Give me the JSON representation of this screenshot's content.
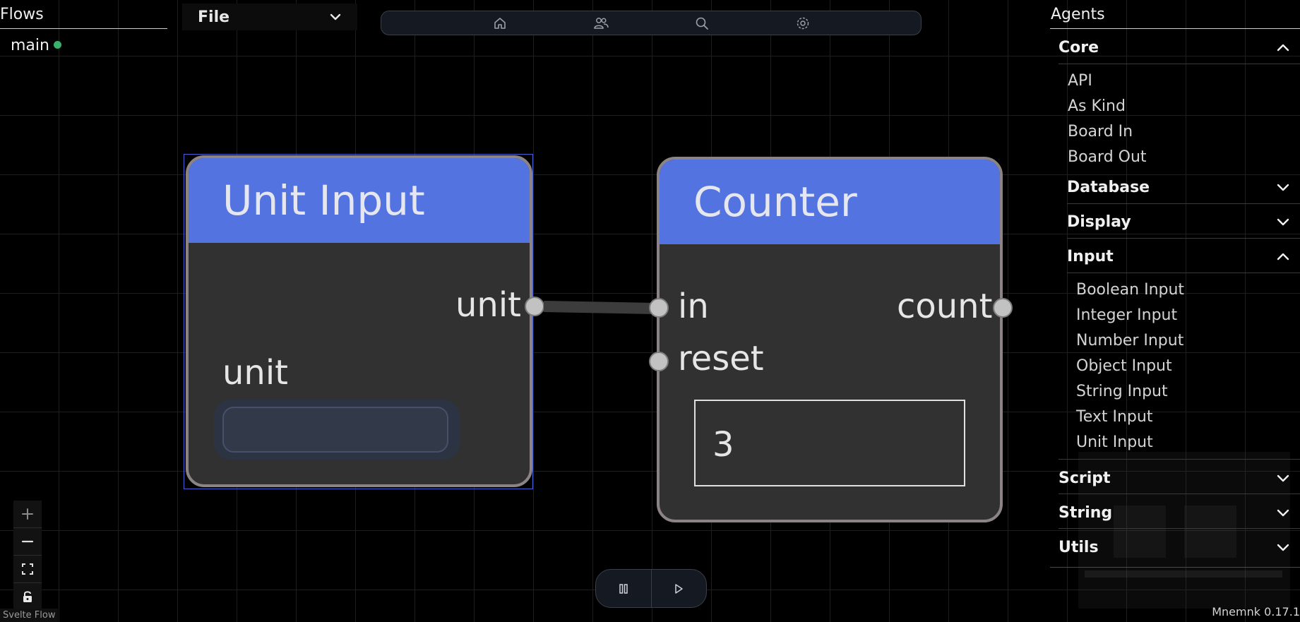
{
  "flows": {
    "title": "Flows",
    "items": [
      {
        "name": "main",
        "status_color": "#37b26c"
      }
    ]
  },
  "file_menu": {
    "label": "File"
  },
  "toolbar": {
    "icons": [
      "home-icon",
      "users-icon",
      "search-icon",
      "settings-icon"
    ]
  },
  "nodes": {
    "unit_input": {
      "title": "Unit Input",
      "output_label": "unit",
      "field_label": "unit",
      "field_value": ""
    },
    "counter": {
      "title": "Counter",
      "inputs": [
        "in",
        "reset"
      ],
      "output": "count",
      "value": "3"
    }
  },
  "agents": {
    "title": "Agents",
    "categories": [
      {
        "name": "Core",
        "expanded": true,
        "items": [
          "API",
          "As Kind",
          "Board In",
          "Board Out"
        ]
      },
      {
        "name": "Database",
        "expanded": false
      },
      {
        "name": "Display",
        "expanded": false
      },
      {
        "name": "Input",
        "expanded": true,
        "items": [
          "Boolean Input",
          "Integer Input",
          "Number Input",
          "Object Input",
          "String Input",
          "Text Input",
          "Unit Input"
        ]
      },
      {
        "name": "Script",
        "expanded": false
      },
      {
        "name": "String",
        "expanded": false
      },
      {
        "name": "Utils",
        "expanded": false
      }
    ]
  },
  "controls": {
    "zoom": [
      "zoom-in-icon",
      "zoom-out-icon",
      "fit-view-icon",
      "lock-icon"
    ],
    "attribution": "Svelte Flow",
    "playback": [
      "pause-icon",
      "play-icon"
    ]
  },
  "version": "Mnemnk 0.17.1",
  "colors": {
    "node_header": "#5373e0",
    "node_body": "#313131",
    "node_border": "#8c8484",
    "selection": "#4b5fd8"
  }
}
